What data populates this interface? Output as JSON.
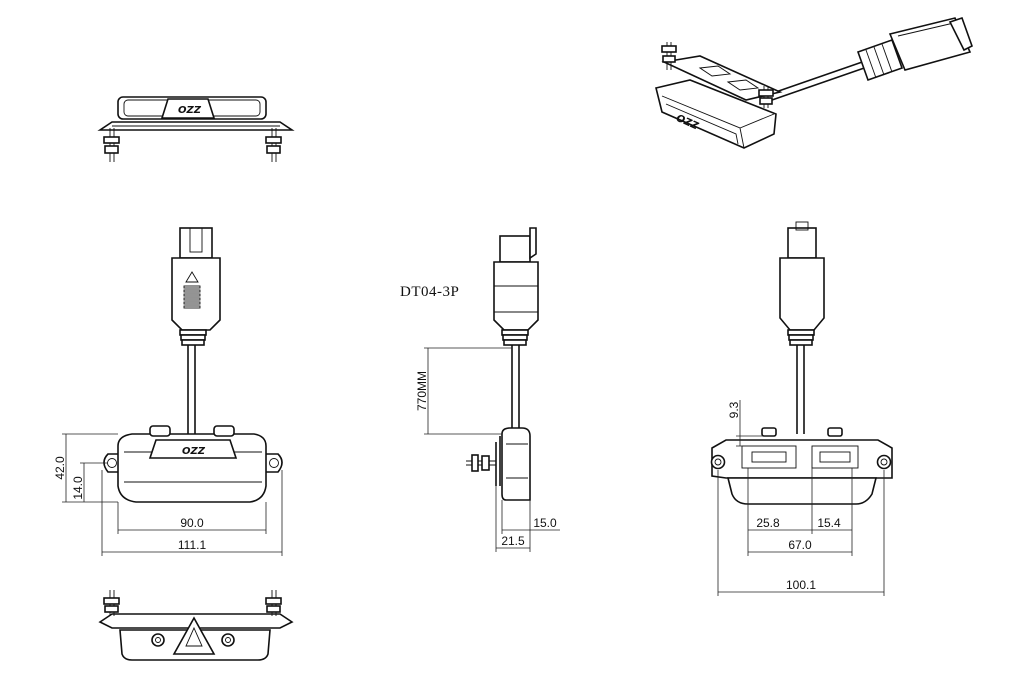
{
  "connector_label": "DT04-3P",
  "logo_text": "OZZ",
  "dimensions": {
    "front_height_total": "42.0",
    "front_height_body": "14.0",
    "front_width_body": "90.0",
    "front_width_total": "111.1",
    "cable_length": "770MM",
    "side_width_body": "15.0",
    "side_width_total": "21.5",
    "back_offset": "9.3",
    "back_slot_left": "25.8",
    "back_slot_right": "15.4",
    "back_width_slots": "67.0",
    "back_width_total": "100.1"
  }
}
